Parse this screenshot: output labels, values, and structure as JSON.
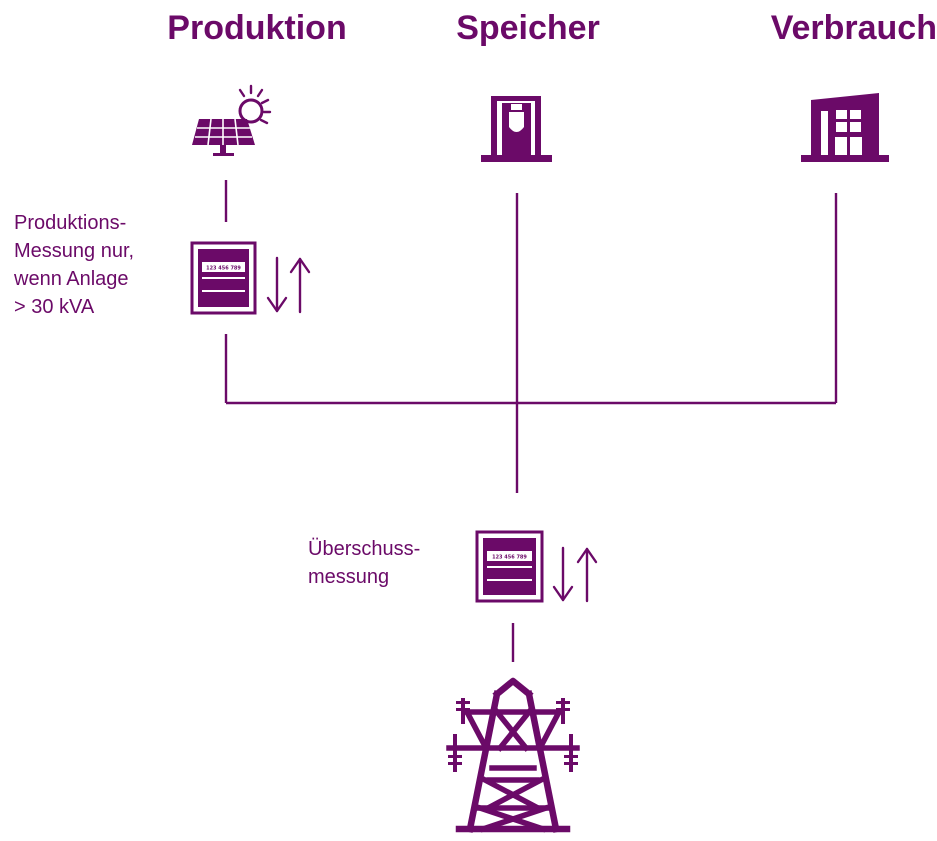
{
  "columns": [
    {
      "heading": "Produktion",
      "icon": "solar-panel-icon"
    },
    {
      "heading": "Speicher",
      "icon": "battery-storage-icon"
    },
    {
      "heading": "Verbrauch",
      "icon": "building-icon"
    }
  ],
  "meters": [
    {
      "caption_lines": [
        "Produktions-",
        "Messung nur,",
        "wenn Anlage",
        "> 30 kVA"
      ],
      "readout": "123 456 789",
      "icon": "electricity-meter-icon",
      "direction_icon": "bidirectional-arrows-icon"
    },
    {
      "caption_lines": [
        "Überschuss-",
        "messung"
      ],
      "readout": "123 456 789",
      "icon": "electricity-meter-icon",
      "direction_icon": "bidirectional-arrows-icon"
    }
  ],
  "grid": {
    "icon": "power-pylon-icon"
  },
  "colors": {
    "primary": "#6b0a68",
    "background": "#ffffff"
  }
}
